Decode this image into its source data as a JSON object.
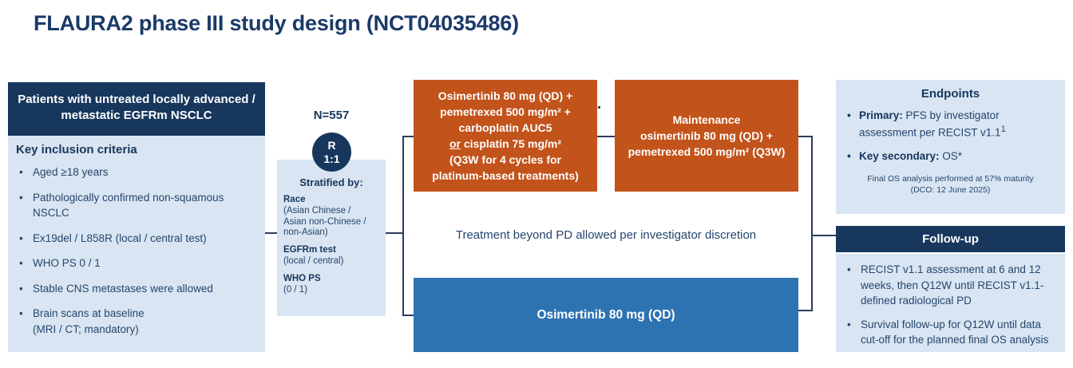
{
  "title": "FLAURA2 phase III study design (NCT04035486)",
  "colors": {
    "navy": "#17375D",
    "lightblue": "#D9E5F2",
    "orange": "#C2531B",
    "blue": "#2E73B1",
    "line": "#2D3C5E",
    "text": "#25466E",
    "title": "#1B3A69"
  },
  "patients": {
    "header": "Patients with untreated locally advanced /\nmetastatic EGFRm NSCLC",
    "criteria_title": "Key inclusion criteria",
    "criteria": [
      "Aged ≥18 years",
      "Pathologically confirmed non-squamous\nNSCLC",
      "Ex19del / L858R (local / central test)",
      "WHO PS 0 / 1",
      "Stable CNS metastases were allowed",
      "Brain scans at baseline\n(MRI / CT; mandatory)"
    ]
  },
  "randomization": {
    "n_label": "N=557",
    "r_top": "R",
    "r_bottom": "1:1",
    "stratified_title": "Stratified by:",
    "factors": [
      {
        "name": "Race",
        "detail": "(Asian Chinese /\nAsian non-Chinese /\nnon-Asian)"
      },
      {
        "name": "EGFRm test",
        "detail": "(local / central)"
      },
      {
        "name": "WHO PS",
        "detail": "(0 / 1)"
      }
    ]
  },
  "arms": {
    "combo": {
      "line1": "Osimertinib 80 mg (QD) +",
      "line2": "pemetrexed 500 mg/m² +",
      "line3": "carboplatin AUC5",
      "line4_or": "or",
      "line4_rest": " cisplatin 75 mg/m²",
      "line5": "(Q3W for 4 cycles for",
      "line6": "platinum-based treatments)"
    },
    "maintenance": {
      "line1": "Maintenance",
      "line2": "osimertinib 80 mg (QD) +",
      "line3": "pemetrexed 500 mg/m² (Q3W)"
    },
    "note": "Treatment beyond PD allowed per investigator discretion",
    "mono": "Osimertinib 80 mg (QD)"
  },
  "endpoints": {
    "title": "Endpoints",
    "items": [
      {
        "label": "Primary:",
        "text": " PFS by investigator assessment per RECIST v1.1",
        "sup": "1"
      },
      {
        "label": "Key secondary:",
        "text": " OS*",
        "sup": ""
      }
    ],
    "footnote": "Final OS analysis performed at 57% maturity\n(DCO: 12 June 2025)"
  },
  "followup": {
    "title": "Follow-up",
    "items": [
      "RECIST v1.1 assessment at 6 and 12 weeks, then Q12W until RECIST v1.1-defined radiological PD",
      "Survival follow-up for Q12W until data cut-off for the planned final OS analysis"
    ]
  }
}
